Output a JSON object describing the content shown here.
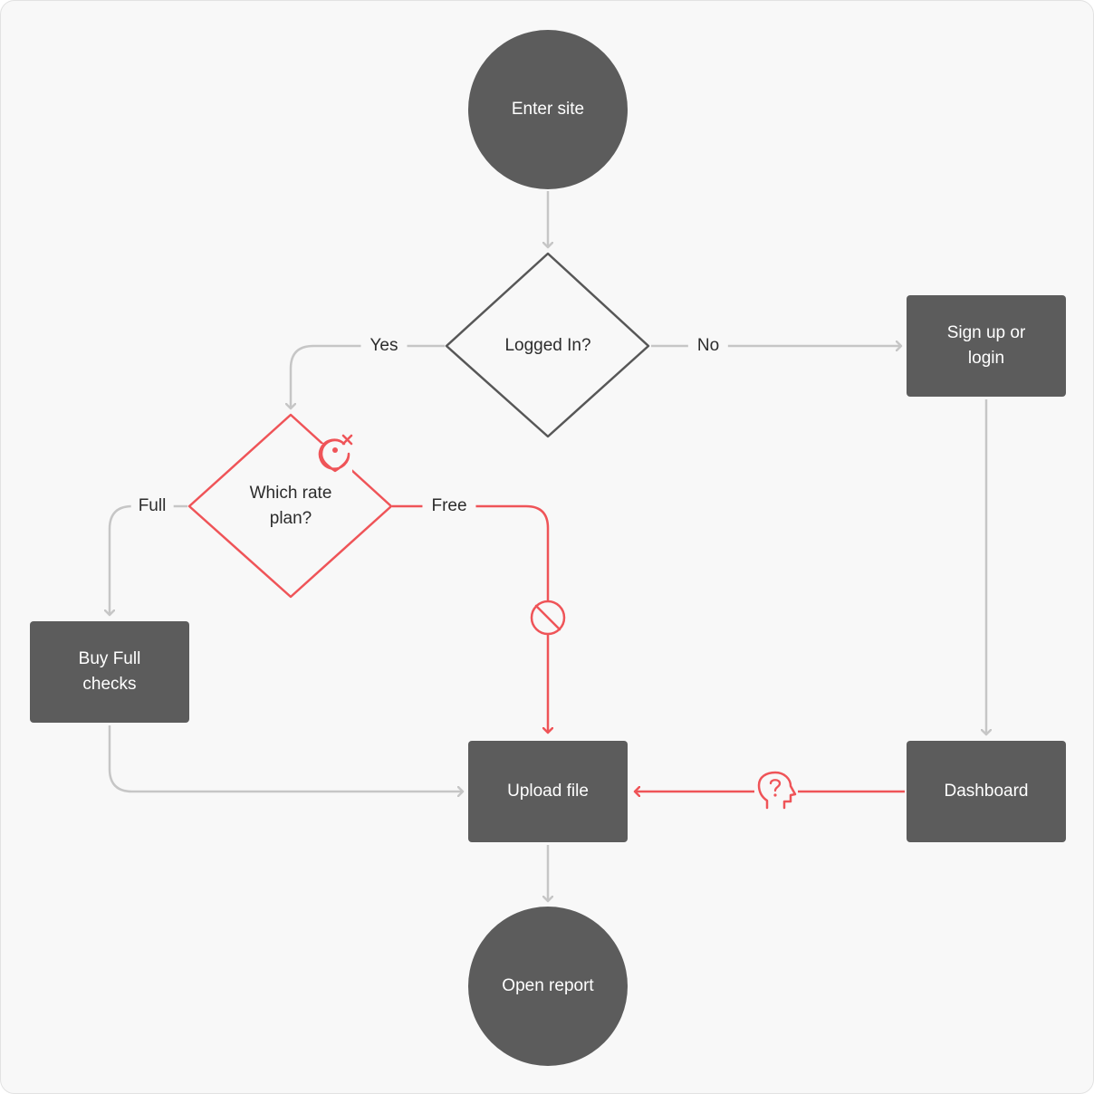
{
  "nodes": {
    "enter_site": "Enter site",
    "logged_in": "Logged In?",
    "sign_up": "Sign up or login",
    "rate_plan": "Which rate plan?",
    "buy_full": "Buy Full checks",
    "upload_file": "Upload file",
    "dashboard": "Dashboard",
    "open_report": "Open report"
  },
  "edges": {
    "yes": "Yes",
    "no": "No",
    "full": "Full",
    "free": "Free"
  },
  "icons": {
    "pin_error": "location-x-icon",
    "blocked": "prohibited-icon",
    "confused_user": "head-question-icon"
  },
  "colors": {
    "node_fill": "#5c5c5c",
    "edge_gray": "#c6c6c6",
    "edge_red": "#ef5458",
    "diamond_stroke": "#575757"
  }
}
